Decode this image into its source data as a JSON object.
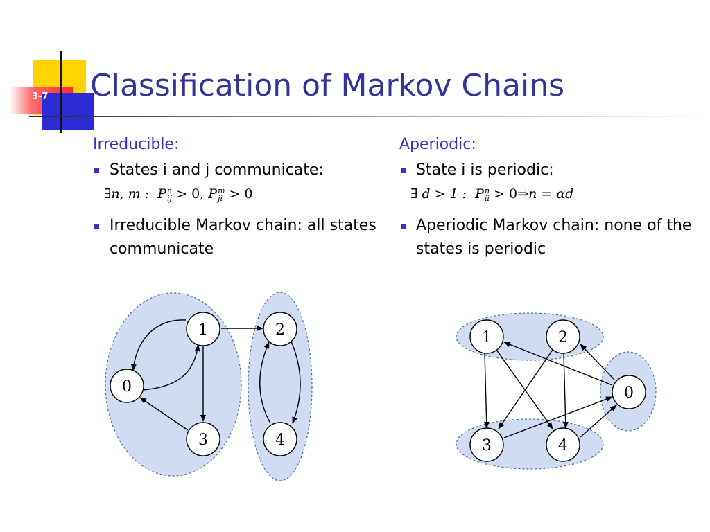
{
  "slide": {
    "number": "3-7",
    "title": "Classification of Markov Chains"
  },
  "left": {
    "heading": "Irreducible:",
    "bullet1": "States i and j communicate:",
    "formula": {
      "exists": "∃",
      "vars": "n, m :",
      "P": "P",
      "sup1": "n",
      "sub1": "ij",
      "gt1": "> 0,",
      "sup2": "m",
      "sub2": "ji",
      "gt2": "> 0"
    },
    "bullet2": "Irreducible Markov chain: all states communicate"
  },
  "right": {
    "heading": "Aperiodic:",
    "bullet1": "State i is periodic:",
    "formula": {
      "exists": "∃",
      "cond": "d > 1 :",
      "P": "P",
      "sup": "n",
      "sub": "ii",
      "gt": "> 0",
      "implies": "⇒",
      "rhs": "n = αd"
    },
    "bullet2": "Aperiodic Markov chain: none of the states is periodic"
  },
  "graph_left": {
    "nodes": [
      "0",
      "1",
      "2",
      "3",
      "4"
    ]
  },
  "graph_right": {
    "nodes": [
      "0",
      "1",
      "2",
      "3",
      "4"
    ]
  },
  "colors": {
    "title": "#333399",
    "heading": "#3333cc",
    "cluster_fill": "#cfdcf2",
    "cluster_stroke": "#4a6a9a"
  }
}
